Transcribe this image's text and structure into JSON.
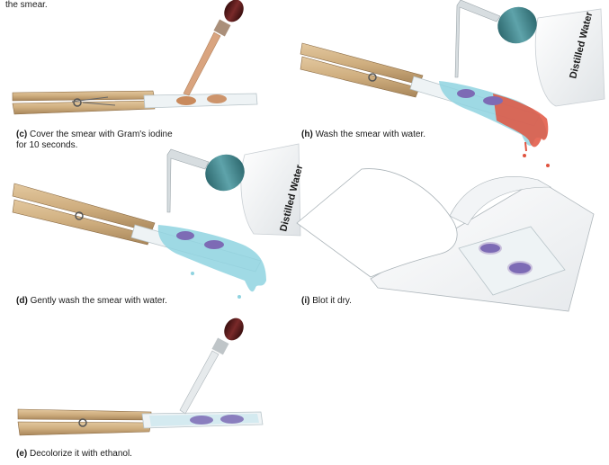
{
  "top_fragment": "the smear.",
  "steps": [
    {
      "letter": "(c)",
      "text": "Cover the smear with Gram's iodine",
      "text2": "for 10 seconds."
    },
    {
      "letter": "(h)",
      "text": "Wash the smear with water."
    },
    {
      "letter": "(d)",
      "text": "Gently wash the smear with water."
    },
    {
      "letter": "(i)",
      "text": "Blot it dry."
    },
    {
      "letter": "(e)",
      "text": "Decolorize it with ethanol."
    }
  ],
  "bottle_labels": [
    "Distilled Water",
    "Distilled Water"
  ],
  "colors": {
    "wood": "#d2b48c",
    "wood_dark": "#a8865a",
    "slide": "#eef3f5",
    "iodine": "#c98a5c",
    "water": "#8fd3e0",
    "safranin": "#e0533f",
    "crystal_violet": "#7d6bb5",
    "bottle_cap": "#3f7f86",
    "dropper_bulb": "#5a1d1d"
  }
}
